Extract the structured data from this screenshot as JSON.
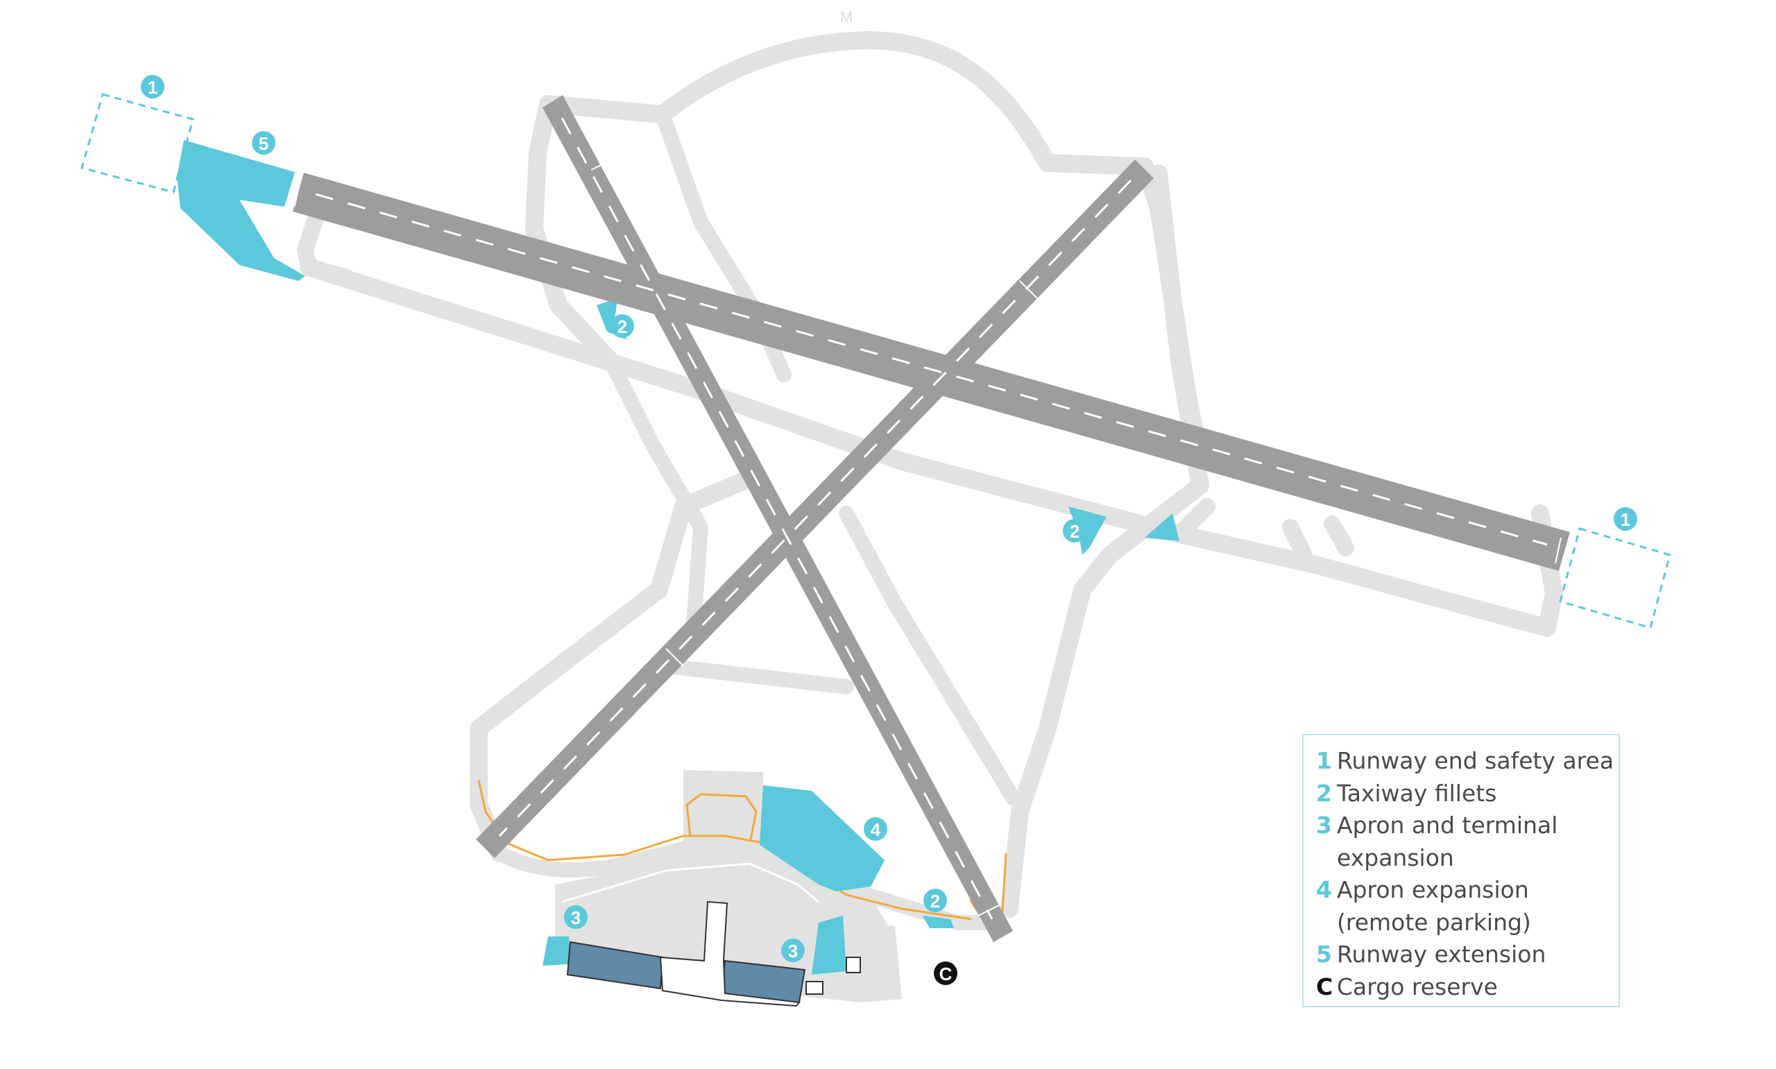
{
  "colors": {
    "taxiway": "#e2e2e2",
    "runway": "#9d9d9d",
    "runway_marking": "#ffffff",
    "proposed": "#5bc8dc",
    "terminal_existing": "#ffffff",
    "terminal_expansion": "#5f8aa8",
    "apron_lines": "#f2a93b",
    "cargo_marker": "#111111",
    "legend_border": "#bde3ec",
    "legend_text": "#4a4a4a"
  },
  "map_labels": {
    "north_taxiway": "M"
  },
  "map_markers": [
    {
      "key": "1"
    },
    {
      "key": "1"
    },
    {
      "key": "2"
    },
    {
      "key": "2"
    },
    {
      "key": "2"
    },
    {
      "key": "3"
    },
    {
      "key": "3"
    },
    {
      "key": "4"
    },
    {
      "key": "5"
    },
    {
      "key": "C"
    }
  ],
  "legend": [
    {
      "key": "1",
      "text": "Runway end safety area"
    },
    {
      "key": "2",
      "text": "Taxiway fillets"
    },
    {
      "key": "3",
      "text": "Apron and terminal\nexpansion"
    },
    {
      "key": "4",
      "text": "Apron expansion\n(remote parking)"
    },
    {
      "key": "5",
      "text": "Runway extension"
    },
    {
      "key": "C",
      "text": "Cargo reserve"
    }
  ]
}
